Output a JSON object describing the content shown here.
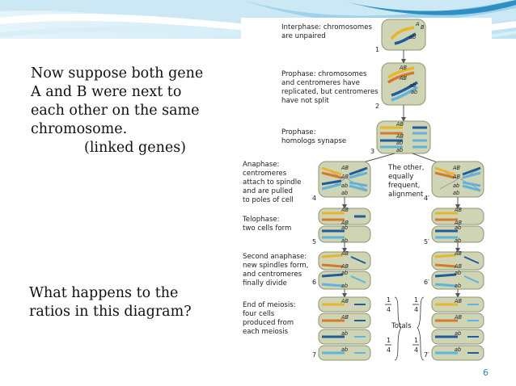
{
  "slide": {
    "main_lines": [
      "Now suppose both gene",
      "A and B were next to",
      "each other on the same",
      "chromosome.",
      "(linked genes)"
    ],
    "question_lines": [
      "What happens to the",
      "ratios in this diagram?"
    ],
    "page_number": "6"
  },
  "figure": {
    "labels": {
      "interphase": [
        "Interphase: chromosomes",
        "are unpaired"
      ],
      "prophase1": [
        "Prophase: chromosomes",
        "and centromeres have",
        "replicated, but centromeres",
        "have not split"
      ],
      "prophase2": [
        "Prophase:",
        "homologs synapse"
      ],
      "anaphase": [
        "Anaphase:",
        "centromeres",
        "attach to spindle",
        "and are pulled",
        "to poles of cell"
      ],
      "other": [
        "The other,",
        "equally",
        "frequent,",
        "alignment"
      ],
      "telophase": [
        "Telophase:",
        "two cells form"
      ],
      "second_anaphase": [
        "Second anaphase:",
        "new spindles form,",
        "and centromeres",
        "finally divide"
      ],
      "end_meiosis": [
        "End of meiosis:",
        "four cells",
        "produced from",
        "each meiosis"
      ],
      "totals": "Totals",
      "fraction_num": "1",
      "fraction_den": "4"
    },
    "stage_numbers": [
      "1",
      "2",
      "3",
      "4",
      "4′",
      "5",
      "5′",
      "6",
      "6′",
      "7",
      "7′"
    ],
    "allele_labels": {
      "dominant": "AB",
      "recessive": "ab",
      "A": "A",
      "B": "B"
    },
    "colors": {
      "cell_fill": "#cfd4b4",
      "cell_stroke": "#8f9473",
      "yellow_chrom": "#e8b52a",
      "orange_chrom": "#d47a28",
      "dark_blue_chrom": "#1e5c9e",
      "light_blue_chrom": "#5fb3dc",
      "banner_dark": "#2e8fc4",
      "banner_light": "#a8d8ee",
      "page_number": "#2a86b8"
    }
  }
}
